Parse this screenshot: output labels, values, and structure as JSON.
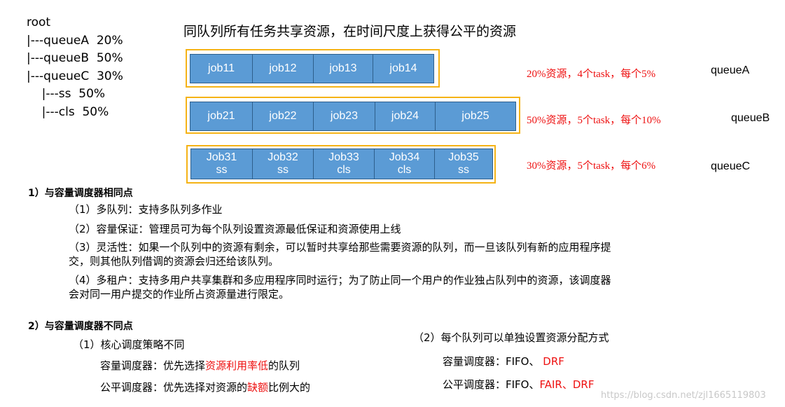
{
  "tree": [
    "root",
    "|---queueA  20%",
    "|---queueB  50%",
    "|---queueC  30%",
    "    |---ss  50%",
    "    |---cls  50%"
  ],
  "title": "同队列所有任务共享资源，在时间尺度上获得公平的资源",
  "queues": [
    {
      "name": "queueA",
      "desc": "20%资源，4个task，每个5%",
      "jobs": [
        {
          "l1": "job11"
        },
        {
          "l1": "job12"
        },
        {
          "l1": "job13"
        },
        {
          "l1": "job14"
        }
      ]
    },
    {
      "name": "queueB",
      "desc": "50%资源，5个task，每个10%",
      "jobs": [
        {
          "l1": "job21"
        },
        {
          "l1": "job22"
        },
        {
          "l1": "job23"
        },
        {
          "l1": "job24"
        },
        {
          "l1": "job25"
        }
      ]
    },
    {
      "name": "queueC",
      "desc": "30%资源，5个task，每个6%",
      "jobs": [
        {
          "l1": "Job31",
          "l2": "ss"
        },
        {
          "l1": "Job32",
          "l2": "ss"
        },
        {
          "l1": "Job33",
          "l2": "cls"
        },
        {
          "l1": "Job34",
          "l2": "cls"
        },
        {
          "l1": "Job35",
          "l2": "ss"
        }
      ]
    }
  ],
  "section1": {
    "heading": "1）与容量调度器相同点",
    "items": [
      "（1）多队列：支持多队列多作业",
      "（2）容量保证：管理员可为每个队列设置资源最低保证和资源使用上线",
      "（3）灵活性：如果一个队列中的资源有剩余，可以暂时共享给那些需要资源的队列，而一旦该队列有新的应用程序提",
      "交，则其他队列借调的资源会归还给该队列。",
      "（4）多租户：支持多用户共享集群和多应用程序同时运行；为了防止同一个用户的作业独占队列中的资源，该调度器",
      "会对同一用户提交的作业所占资源量进行限定。"
    ]
  },
  "section2": {
    "heading": "2）与容量调度器不同点",
    "left_title": "（1）核心调度策略不同",
    "left_line1": {
      "pre": "容量调度器：优先选择",
      "red": "资源利用率低",
      "post": "的队列"
    },
    "left_line2": {
      "pre": "公平调度器：优先选择对资源的",
      "red": "缺额",
      "post": "比例大的"
    },
    "right_title": "（2）每个队列可以单独设置资源分配方式",
    "right_line1": {
      "pre": "容量调度器：FIFO、 ",
      "red": "DRF"
    },
    "right_line2": {
      "pre": "公平调度器：FIFO、",
      "red": "FAIR、DRF"
    }
  },
  "watermark": "https://blog.csdn.net/zjl1665119803",
  "colors": {
    "job_fill": "#5b9bd5",
    "frame": "#f5b316",
    "red": "#e11111"
  }
}
